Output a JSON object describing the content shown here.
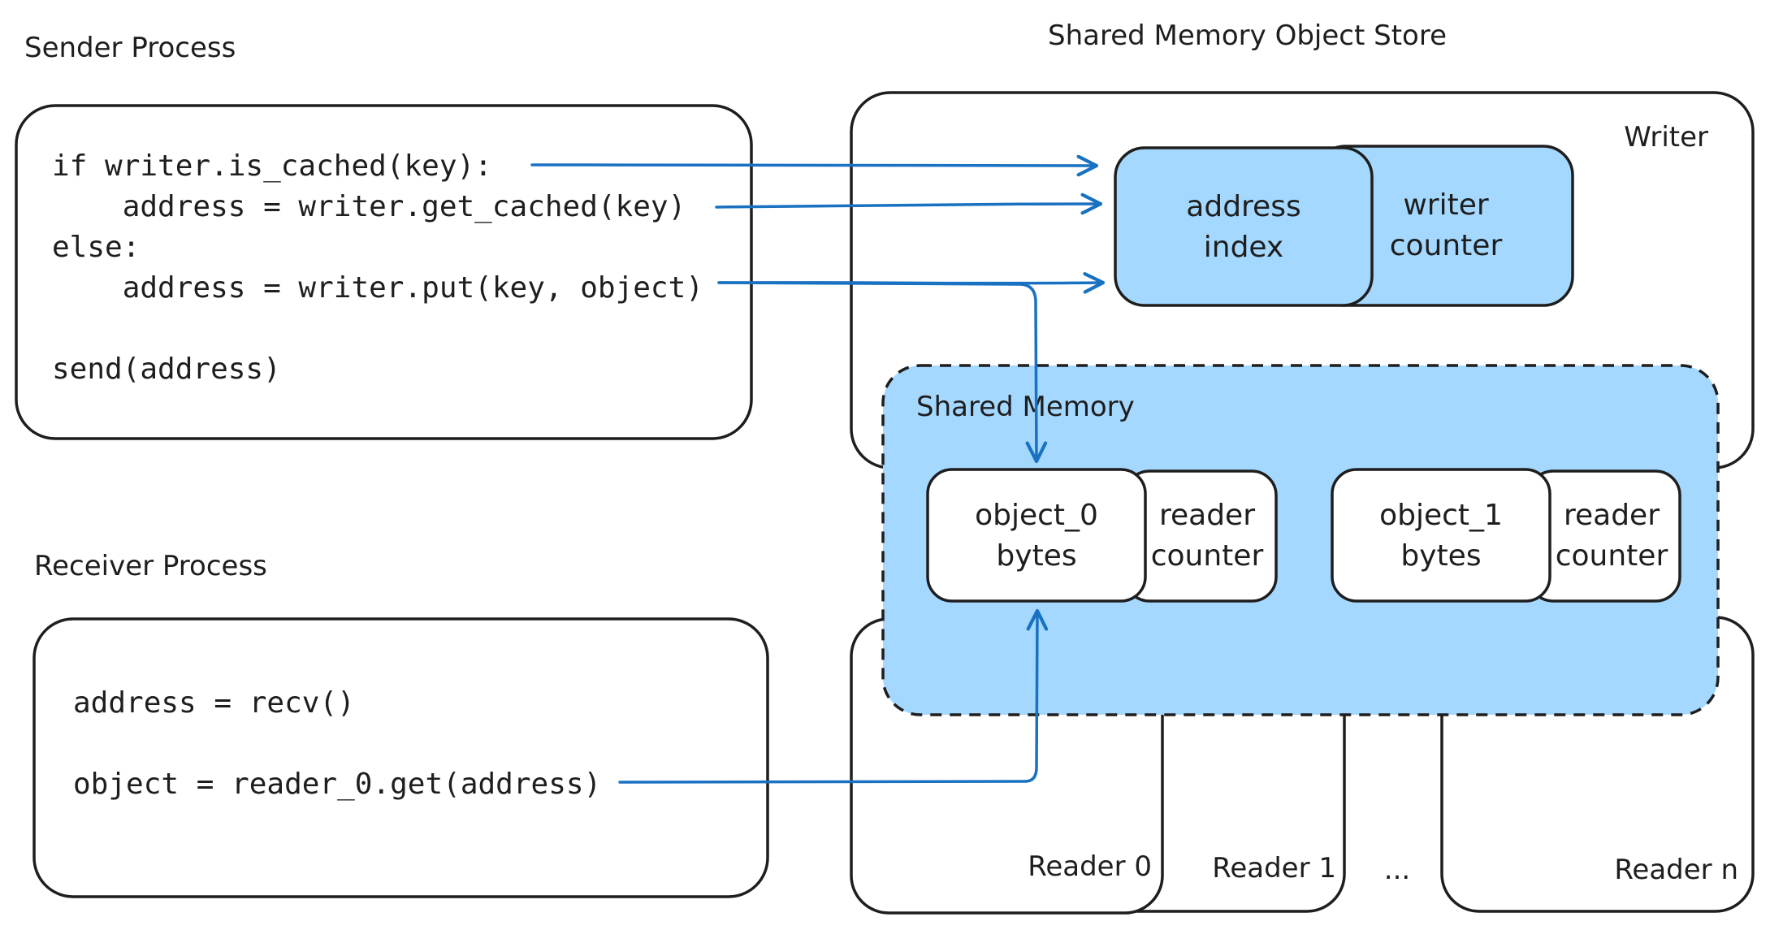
{
  "sender": {
    "title": "Sender Process",
    "code": [
      "if writer.is_cached(key):",
      "    address = writer.get_cached(key)",
      "else:",
      "    address = writer.put(key, object)",
      "",
      "send(address)"
    ]
  },
  "receiver": {
    "title": "Receiver Process",
    "code": [
      "address = recv()",
      "",
      "object = reader_0.get(address)"
    ]
  },
  "store": {
    "title": "Shared Memory Object Store",
    "writer_label": "Writer",
    "address_index": [
      "address",
      "index"
    ],
    "writer_counter": [
      "writer",
      "counter"
    ],
    "shared_memory_label": "Shared Memory",
    "object_0": [
      "object_0",
      "bytes"
    ],
    "object_1": [
      "object_1",
      "bytes"
    ],
    "reader_counter": [
      "reader",
      "counter"
    ],
    "readers": [
      "Reader 0",
      "Reader 1",
      "Reader n"
    ],
    "ellipsis": "..."
  },
  "colors": {
    "fill_blue": "#a5d8ff",
    "arrow_blue": "#1971c2",
    "stroke": "#1e1e1e"
  }
}
